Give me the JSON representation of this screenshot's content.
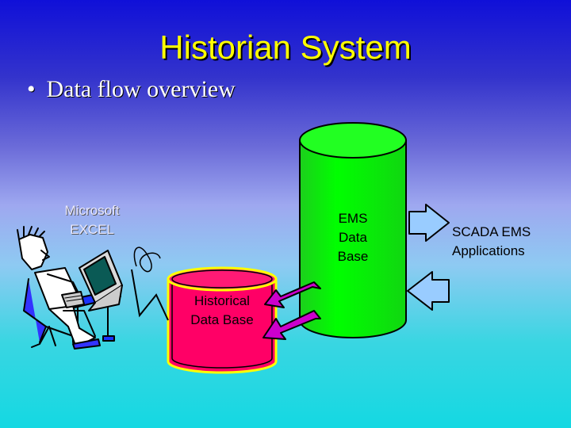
{
  "slide": {
    "title": "Historian System",
    "bullet_marker": "•",
    "bullet_text": "Data flow overview"
  },
  "labels": {
    "excel": "Microsoft EXCEL",
    "ems_database": "EMS Data Base",
    "historical_database": "Historical Data Base",
    "scada_apps": "SCADA EMS Applications"
  },
  "colors": {
    "title": "#ffff00",
    "bullet_text": "#ffffff",
    "ems_cylinder": "#00ff00",
    "historical_cylinder": "#ff0066",
    "historical_cylinder_glow": "#ffff00",
    "arrow_purple": "#cc00cc",
    "arrow_blue": "#99ccff"
  },
  "icons": {
    "user_figure": "person-at-computer-icon",
    "connection": "lightning-link-icon"
  }
}
